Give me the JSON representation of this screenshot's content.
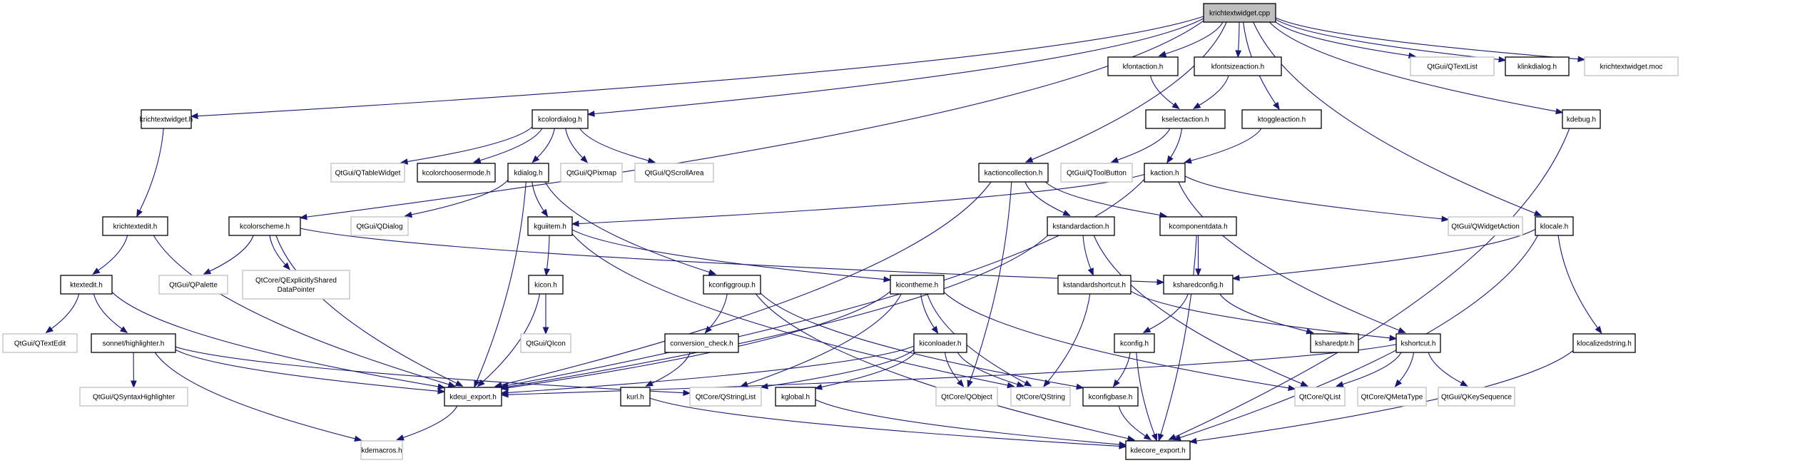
{
  "title": "krichtextwidget.cpp include dependency graph",
  "colors": {
    "edge": "#191970",
    "internal_border": "#000000",
    "external_border": "#bfbfbf",
    "root_fill": "#bfbfbf"
  },
  "nodes": [
    {
      "id": "root",
      "label": "krichtextwidget.cpp",
      "kind": "root"
    },
    {
      "id": "kfontaction",
      "label": "kfontaction.h",
      "kind": "internal"
    },
    {
      "id": "kfontsizeaction",
      "label": "kfontsizeaction.h",
      "kind": "internal"
    },
    {
      "id": "qtextlist",
      "label": "QtGui/QTextList",
      "kind": "external"
    },
    {
      "id": "klinkdialog",
      "label": "klinkdialog.h",
      "kind": "internal"
    },
    {
      "id": "moc",
      "label": "krichtextwidget.moc",
      "kind": "external"
    },
    {
      "id": "kselectaction",
      "label": "kselectaction.h",
      "kind": "internal"
    },
    {
      "id": "ktoggleaction",
      "label": "ktoggleaction.h",
      "kind": "internal"
    },
    {
      "id": "kdebug",
      "label": "kdebug.h",
      "kind": "internal"
    },
    {
      "id": "krichtextwidget_h",
      "label": "krichtextwidget.h",
      "kind": "internal"
    },
    {
      "id": "kcolordialog",
      "label": "kcolordialog.h",
      "kind": "internal"
    },
    {
      "id": "qtablewidget",
      "label": "QtGui/QTableWidget",
      "kind": "external"
    },
    {
      "id": "kcolorchoosermode",
      "label": "kcolorchoosermode.h",
      "kind": "internal"
    },
    {
      "id": "kdialog",
      "label": "kdialog.h",
      "kind": "internal"
    },
    {
      "id": "qpixmap",
      "label": "QtGui/QPixmap",
      "kind": "external"
    },
    {
      "id": "qscrollarea",
      "label": "QtGui/QScrollArea",
      "kind": "external"
    },
    {
      "id": "kactioncollection",
      "label": "kactioncollection.h",
      "kind": "internal"
    },
    {
      "id": "qtoolbutton",
      "label": "QtGui/QToolButton",
      "kind": "external"
    },
    {
      "id": "kaction",
      "label": "kaction.h",
      "kind": "internal"
    },
    {
      "id": "krichtextedit",
      "label": "krichtextedit.h",
      "kind": "internal"
    },
    {
      "id": "kcolorscheme",
      "label": "kcolorscheme.h",
      "kind": "internal"
    },
    {
      "id": "qdialog",
      "label": "QtGui/QDialog",
      "kind": "external"
    },
    {
      "id": "kguiitem",
      "label": "kguiitem.h",
      "kind": "internal"
    },
    {
      "id": "kstandardaction",
      "label": "kstandardaction.h",
      "kind": "internal"
    },
    {
      "id": "kcomponentdata",
      "label": "kcomponentdata.h",
      "kind": "internal"
    },
    {
      "id": "qwidgetaction",
      "label": "QtGui/QWidgetAction",
      "kind": "external"
    },
    {
      "id": "klocale",
      "label": "klocale.h",
      "kind": "internal"
    },
    {
      "id": "ktextedit",
      "label": "ktextedit.h",
      "kind": "internal"
    },
    {
      "id": "qpalette",
      "label": "QtGui/QPalette",
      "kind": "external"
    },
    {
      "id": "qesdp",
      "label": "QtCore/QExplicitlyShared\nDataPointer",
      "kind": "external"
    },
    {
      "id": "kicon",
      "label": "kicon.h",
      "kind": "internal"
    },
    {
      "id": "kconfiggroup",
      "label": "kconfiggroup.h",
      "kind": "internal"
    },
    {
      "id": "kicontheme",
      "label": "kicontheme.h",
      "kind": "internal"
    },
    {
      "id": "kstandardshortcut",
      "label": "kstandardshortcut.h",
      "kind": "internal"
    },
    {
      "id": "ksharedconfig",
      "label": "ksharedconfig.h",
      "kind": "internal"
    },
    {
      "id": "qtextedit",
      "label": "QtGui/QTextEdit",
      "kind": "external"
    },
    {
      "id": "highlighter",
      "label": "sonnet/highlighter.h",
      "kind": "internal"
    },
    {
      "id": "qicon",
      "label": "QtGui/QIcon",
      "kind": "external"
    },
    {
      "id": "conversion_check",
      "label": "conversion_check.h",
      "kind": "internal"
    },
    {
      "id": "kiconloader",
      "label": "kiconloader.h",
      "kind": "internal"
    },
    {
      "id": "kconfig",
      "label": "kconfig.h",
      "kind": "internal"
    },
    {
      "id": "ksharedptr",
      "label": "ksharedptr.h",
      "kind": "internal"
    },
    {
      "id": "kshortcut",
      "label": "kshortcut.h",
      "kind": "internal"
    },
    {
      "id": "klocalizedstring",
      "label": "klocalizedstring.h",
      "kind": "internal"
    },
    {
      "id": "qsyntaxhighlighter",
      "label": "QtGui/QSyntaxHighlighter",
      "kind": "external"
    },
    {
      "id": "kdeui_export",
      "label": "kdeui_export.h",
      "kind": "internal"
    },
    {
      "id": "kurl",
      "label": "kurl.h",
      "kind": "internal"
    },
    {
      "id": "qstringlist",
      "label": "QtCore/QStringList",
      "kind": "external"
    },
    {
      "id": "kglobal",
      "label": "kglobal.h",
      "kind": "internal"
    },
    {
      "id": "qobject",
      "label": "QtCore/QObject",
      "kind": "external"
    },
    {
      "id": "qstring",
      "label": "QtCore/QString",
      "kind": "external"
    },
    {
      "id": "kconfigbase",
      "label": "kconfigbase.h",
      "kind": "internal"
    },
    {
      "id": "qlist",
      "label": "QtCore/QList",
      "kind": "external"
    },
    {
      "id": "qmetatype",
      "label": "QtCore/QMetaType",
      "kind": "external"
    },
    {
      "id": "qkeysequence",
      "label": "QtGui/QKeySequence",
      "kind": "external"
    },
    {
      "id": "kdemacros",
      "label": "kdemacros.h",
      "kind": "external"
    },
    {
      "id": "kdecore_export",
      "label": "kdecore_export.h",
      "kind": "internal"
    }
  ],
  "edges": [
    [
      "root",
      "krichtextwidget_h"
    ],
    [
      "root",
      "kcolorscheme"
    ],
    [
      "root",
      "kcolordialog"
    ],
    [
      "root",
      "kactioncollection"
    ],
    [
      "root",
      "kfontaction"
    ],
    [
      "root",
      "kfontsizeaction"
    ],
    [
      "root",
      "ktoggleaction"
    ],
    [
      "root",
      "klocale"
    ],
    [
      "root",
      "kdebug"
    ],
    [
      "root",
      "qtextlist"
    ],
    [
      "root",
      "klinkdialog"
    ],
    [
      "root",
      "moc"
    ],
    [
      "kfontaction",
      "kselectaction"
    ],
    [
      "kfontsizeaction",
      "kselectaction"
    ],
    [
      "kselectaction",
      "qtoolbutton"
    ],
    [
      "kselectaction",
      "kaction"
    ],
    [
      "ktoggleaction",
      "kaction"
    ],
    [
      "kdebug",
      "kdecore_export"
    ],
    [
      "krichtextwidget_h",
      "krichtextedit"
    ],
    [
      "kcolordialog",
      "qtablewidget"
    ],
    [
      "kcolordialog",
      "kcolorchoosermode"
    ],
    [
      "kcolordialog",
      "kdialog"
    ],
    [
      "kcolordialog",
      "qpixmap"
    ],
    [
      "kcolordialog",
      "qscrollarea"
    ],
    [
      "kdialog",
      "qdialog"
    ],
    [
      "kdialog",
      "kguiitem"
    ],
    [
      "kdialog",
      "kdeui_export"
    ],
    [
      "kdialog",
      "kconfiggroup"
    ],
    [
      "kactioncollection",
      "kdeui_export"
    ],
    [
      "kactioncollection",
      "kstandardaction"
    ],
    [
      "kactioncollection",
      "kcomponentdata"
    ],
    [
      "kactioncollection",
      "qobject"
    ],
    [
      "kaction",
      "kguiitem"
    ],
    [
      "kaction",
      "kdeui_export"
    ],
    [
      "kaction",
      "qwidgetaction"
    ],
    [
      "kaction",
      "kshortcut"
    ],
    [
      "krichtextedit",
      "ktextedit"
    ],
    [
      "krichtextedit",
      "kdeui_export"
    ],
    [
      "kcolorscheme",
      "qpalette"
    ],
    [
      "kcolorscheme",
      "qesdp"
    ],
    [
      "kcolorscheme",
      "kdeui_export"
    ],
    [
      "kcolorscheme",
      "ksharedconfig"
    ],
    [
      "kguiitem",
      "kicon"
    ],
    [
      "kguiitem",
      "kicontheme"
    ],
    [
      "kguiitem",
      "qstring"
    ],
    [
      "kstandardaction",
      "kdeui_export"
    ],
    [
      "kstandardaction",
      "kstandardshortcut"
    ],
    [
      "kstandardaction",
      "qlist"
    ],
    [
      "kcomponentdata",
      "ksharedconfig"
    ],
    [
      "kcomponentdata",
      "kdecore_export"
    ],
    [
      "klocale",
      "ksharedconfig"
    ],
    [
      "klocale",
      "klocalizedstring"
    ],
    [
      "klocale",
      "kdecore_export"
    ],
    [
      "ktextedit",
      "qtextedit"
    ],
    [
      "ktextedit",
      "highlighter"
    ],
    [
      "ktextedit",
      "kdeui_export"
    ],
    [
      "kicon",
      "qicon"
    ],
    [
      "kicon",
      "kdeui_export"
    ],
    [
      "kconfiggroup",
      "conversion_check"
    ],
    [
      "kconfiggroup",
      "kconfigbase"
    ],
    [
      "kconfiggroup",
      "kdecore_export"
    ],
    [
      "kicontheme",
      "kiconloader"
    ],
    [
      "kicontheme",
      "kdeui_export"
    ],
    [
      "kicontheme",
      "qstringlist"
    ],
    [
      "kicontheme",
      "qstring"
    ],
    [
      "kicontheme",
      "qlist"
    ],
    [
      "kstandardshortcut",
      "qstring"
    ],
    [
      "kstandardshortcut",
      "kshortcut"
    ],
    [
      "ksharedconfig",
      "kconfig"
    ],
    [
      "ksharedconfig",
      "ksharedptr"
    ],
    [
      "highlighter",
      "qsyntaxhighlighter"
    ],
    [
      "highlighter",
      "kdeui_export"
    ],
    [
      "highlighter",
      "qstringlist"
    ],
    [
      "highlighter",
      "kdemacros"
    ],
    [
      "conversion_check",
      "kurl"
    ],
    [
      "kiconloader",
      "kdeui_export"
    ],
    [
      "kiconloader",
      "qstringlist"
    ],
    [
      "kiconloader",
      "kglobal"
    ],
    [
      "kiconloader",
      "qobject"
    ],
    [
      "kiconloader",
      "qstring"
    ],
    [
      "kconfig",
      "kconfigbase"
    ],
    [
      "kconfig",
      "kdecore_export"
    ],
    [
      "kshortcut",
      "kdeui_export"
    ],
    [
      "kshortcut",
      "qlist"
    ],
    [
      "kshortcut",
      "qmetatype"
    ],
    [
      "kshortcut",
      "qkeysequence"
    ],
    [
      "klocalizedstring",
      "kdecore_export"
    ],
    [
      "kdeui_export",
      "kdemacros"
    ],
    [
      "kurl",
      "kdecore_export"
    ],
    [
      "kglobal",
      "kdecore_export"
    ],
    [
      "kconfigbase",
      "kdecore_export"
    ]
  ]
}
